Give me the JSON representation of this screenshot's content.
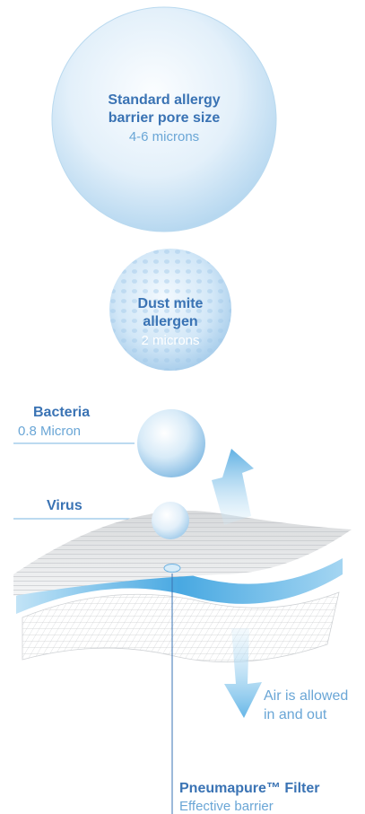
{
  "colors": {
    "heading_blue": "#3a73b4",
    "light_blue": "#6aa6d6",
    "sphere_fill": "#c9e2f4",
    "sphere_edge": "#9ecbea",
    "filter_blue": "#3fa4e0",
    "mesh_grey": "#c6c9cc",
    "arrow_blue": "#5bb2e4"
  },
  "particles": {
    "standard": {
      "title_line1": "Standard allergy",
      "title_line2": "barrier pore size",
      "size": "4-6 microns"
    },
    "dust_mite": {
      "title_line1": "Dust mite",
      "title_line2": "allergen",
      "size": "2 microns"
    },
    "bacteria": {
      "title": "Bacteria",
      "size": "0.8 Micron"
    },
    "virus": {
      "title": "Virus"
    }
  },
  "airflow": {
    "line1": "Air is allowed",
    "line2": "in and out"
  },
  "filter": {
    "title": "Pneumapure™ Filter",
    "subtitle": "Effective barrier"
  }
}
